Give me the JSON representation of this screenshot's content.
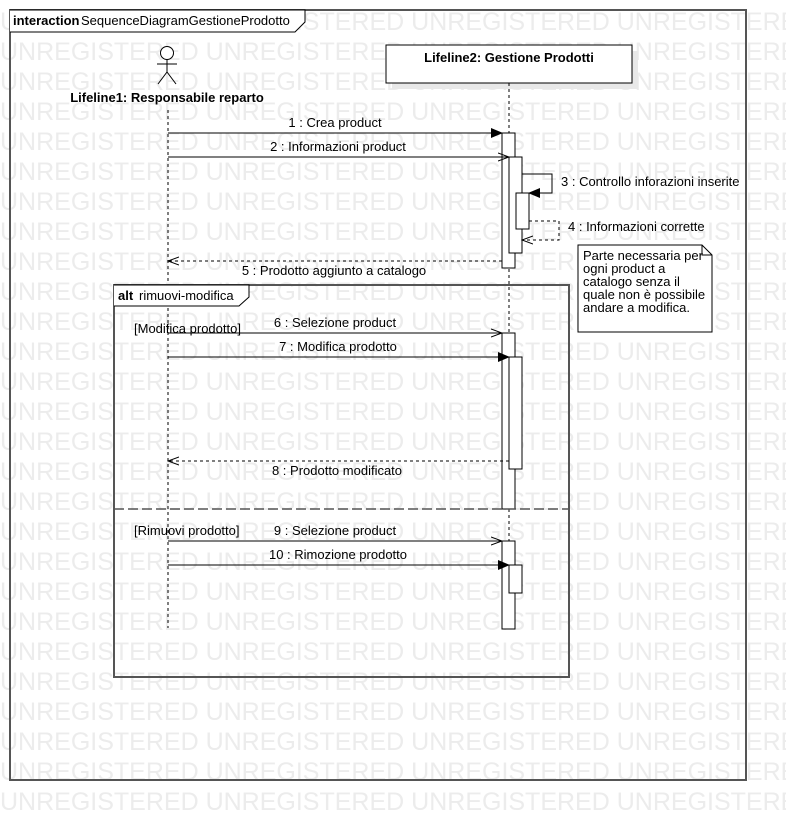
{
  "watermark": "UNREGISTERED UNREGISTERED UNREGISTERED UNREGISTERED",
  "frame": {
    "keyword": "interaction",
    "name": "SequenceDiagramGestioneProdotto"
  },
  "lifelines": {
    "actor": "Lifeline1: Responsabile reparto",
    "system": "Lifeline2: Gestione Prodotti"
  },
  "messages": [
    "1 : Crea product",
    "2 : Informazioni product",
    "3 : Controllo inforazioni inserite",
    "4 : Informazioni corrette",
    "5 : Prodotto aggiunto a catalogo",
    "6 : Selezione product",
    "7 : Modifica prodotto",
    "8 : Prodotto modificato",
    "9 : Selezione product",
    "10 : Rimozione prodotto"
  ],
  "fragment": {
    "operator": "alt",
    "name": "rimuovi-modifica",
    "guards": [
      "[Modifica prodotto]",
      "[Rimuovi prodotto]"
    ]
  },
  "note": {
    "lines": [
      "Parte necessaria per",
      "ogni product a",
      "catalogo senza il",
      "quale non è possibile",
      "andare a modifica."
    ]
  }
}
